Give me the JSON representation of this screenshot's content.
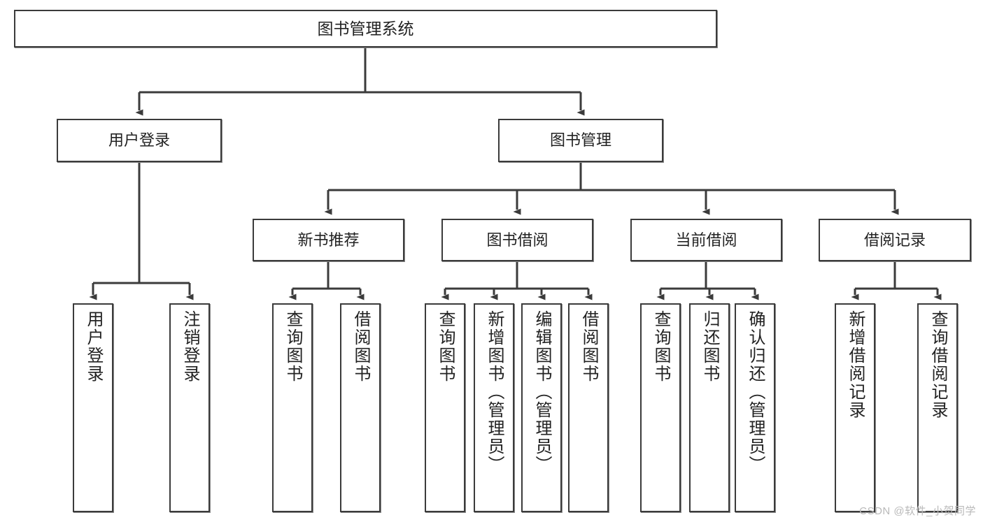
{
  "diagram": {
    "title": "图书管理系统",
    "type": "tree-hierarchy-diagram",
    "levels": 4,
    "root": {
      "label": "图书管理系统"
    },
    "level2": [
      {
        "id": "user-login",
        "label": "用户登录"
      },
      {
        "id": "book-mgmt",
        "label": "图书管理"
      }
    ],
    "level3": [
      {
        "id": "new-book",
        "label": "新书推荐",
        "parent": "book-mgmt"
      },
      {
        "id": "borrow",
        "label": "图书借阅",
        "parent": "book-mgmt"
      },
      {
        "id": "current",
        "label": "当前借阅",
        "parent": "book-mgmt"
      },
      {
        "id": "record",
        "label": "借阅记录",
        "parent": "book-mgmt"
      }
    ],
    "leaves": {
      "user-login": [
        {
          "id": "leaf-user-login",
          "label": "用户登录"
        },
        {
          "id": "leaf-logout",
          "label": "注销登录"
        }
      ],
      "new-book": [
        {
          "id": "leaf-query-book-1",
          "label": "查询图书"
        },
        {
          "id": "leaf-borrow-book-1",
          "label": "借阅图书"
        }
      ],
      "borrow": [
        {
          "id": "leaf-query-book-2",
          "label": "查询图书"
        },
        {
          "id": "leaf-add-book",
          "label": "新增图书（管理员）"
        },
        {
          "id": "leaf-edit-book",
          "label": "编辑图书（管理员）"
        },
        {
          "id": "leaf-borrow-book-2",
          "label": "借阅图书"
        }
      ],
      "current": [
        {
          "id": "leaf-query-book-3",
          "label": "查询图书"
        },
        {
          "id": "leaf-return-book",
          "label": "归还图书"
        },
        {
          "id": "leaf-confirm-return",
          "label": "确认归还（管理员）"
        }
      ],
      "record": [
        {
          "id": "leaf-add-record",
          "label": "新增借阅记录"
        },
        {
          "id": "leaf-query-record",
          "label": "查询借阅记录"
        }
      ]
    },
    "colors": {
      "stroke": "#3b3b3b",
      "fill": "#ffffff",
      "text": "#222222",
      "shadow": "#8a8a8a",
      "watermark": "#b9b9b9"
    }
  },
  "watermark": {
    "text": "CSDN @软件_小贺同学"
  }
}
